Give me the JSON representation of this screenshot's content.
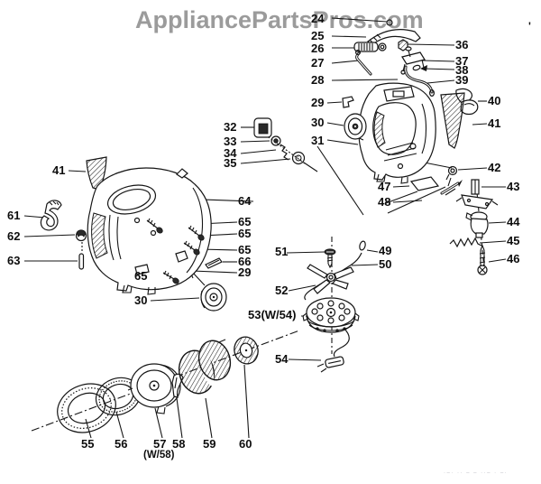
{
  "watermark": {
    "text": "AppliancePartsPros.com"
  },
  "diagram": {
    "part_labels": [
      "24",
      "25",
      "26",
      "27",
      "28",
      "29",
      "30",
      "31",
      "32",
      "33",
      "34",
      "35",
      "36",
      "37",
      "38",
      "39",
      "40",
      "41",
      "42",
      "43",
      "44",
      "45",
      "46",
      "47",
      "48",
      "41",
      "61",
      "62",
      "63",
      "64",
      "65",
      "65",
      "65",
      "66",
      "29",
      "65",
      "30",
      "51",
      "49",
      "50",
      "52",
      "53(W/54)",
      "54",
      "55",
      "56",
      "57",
      "(W/58)",
      "58",
      "59",
      "60"
    ]
  },
  "corner_mark": "'",
  "footer_marks": "·–· ·· – – ··– · –·"
}
